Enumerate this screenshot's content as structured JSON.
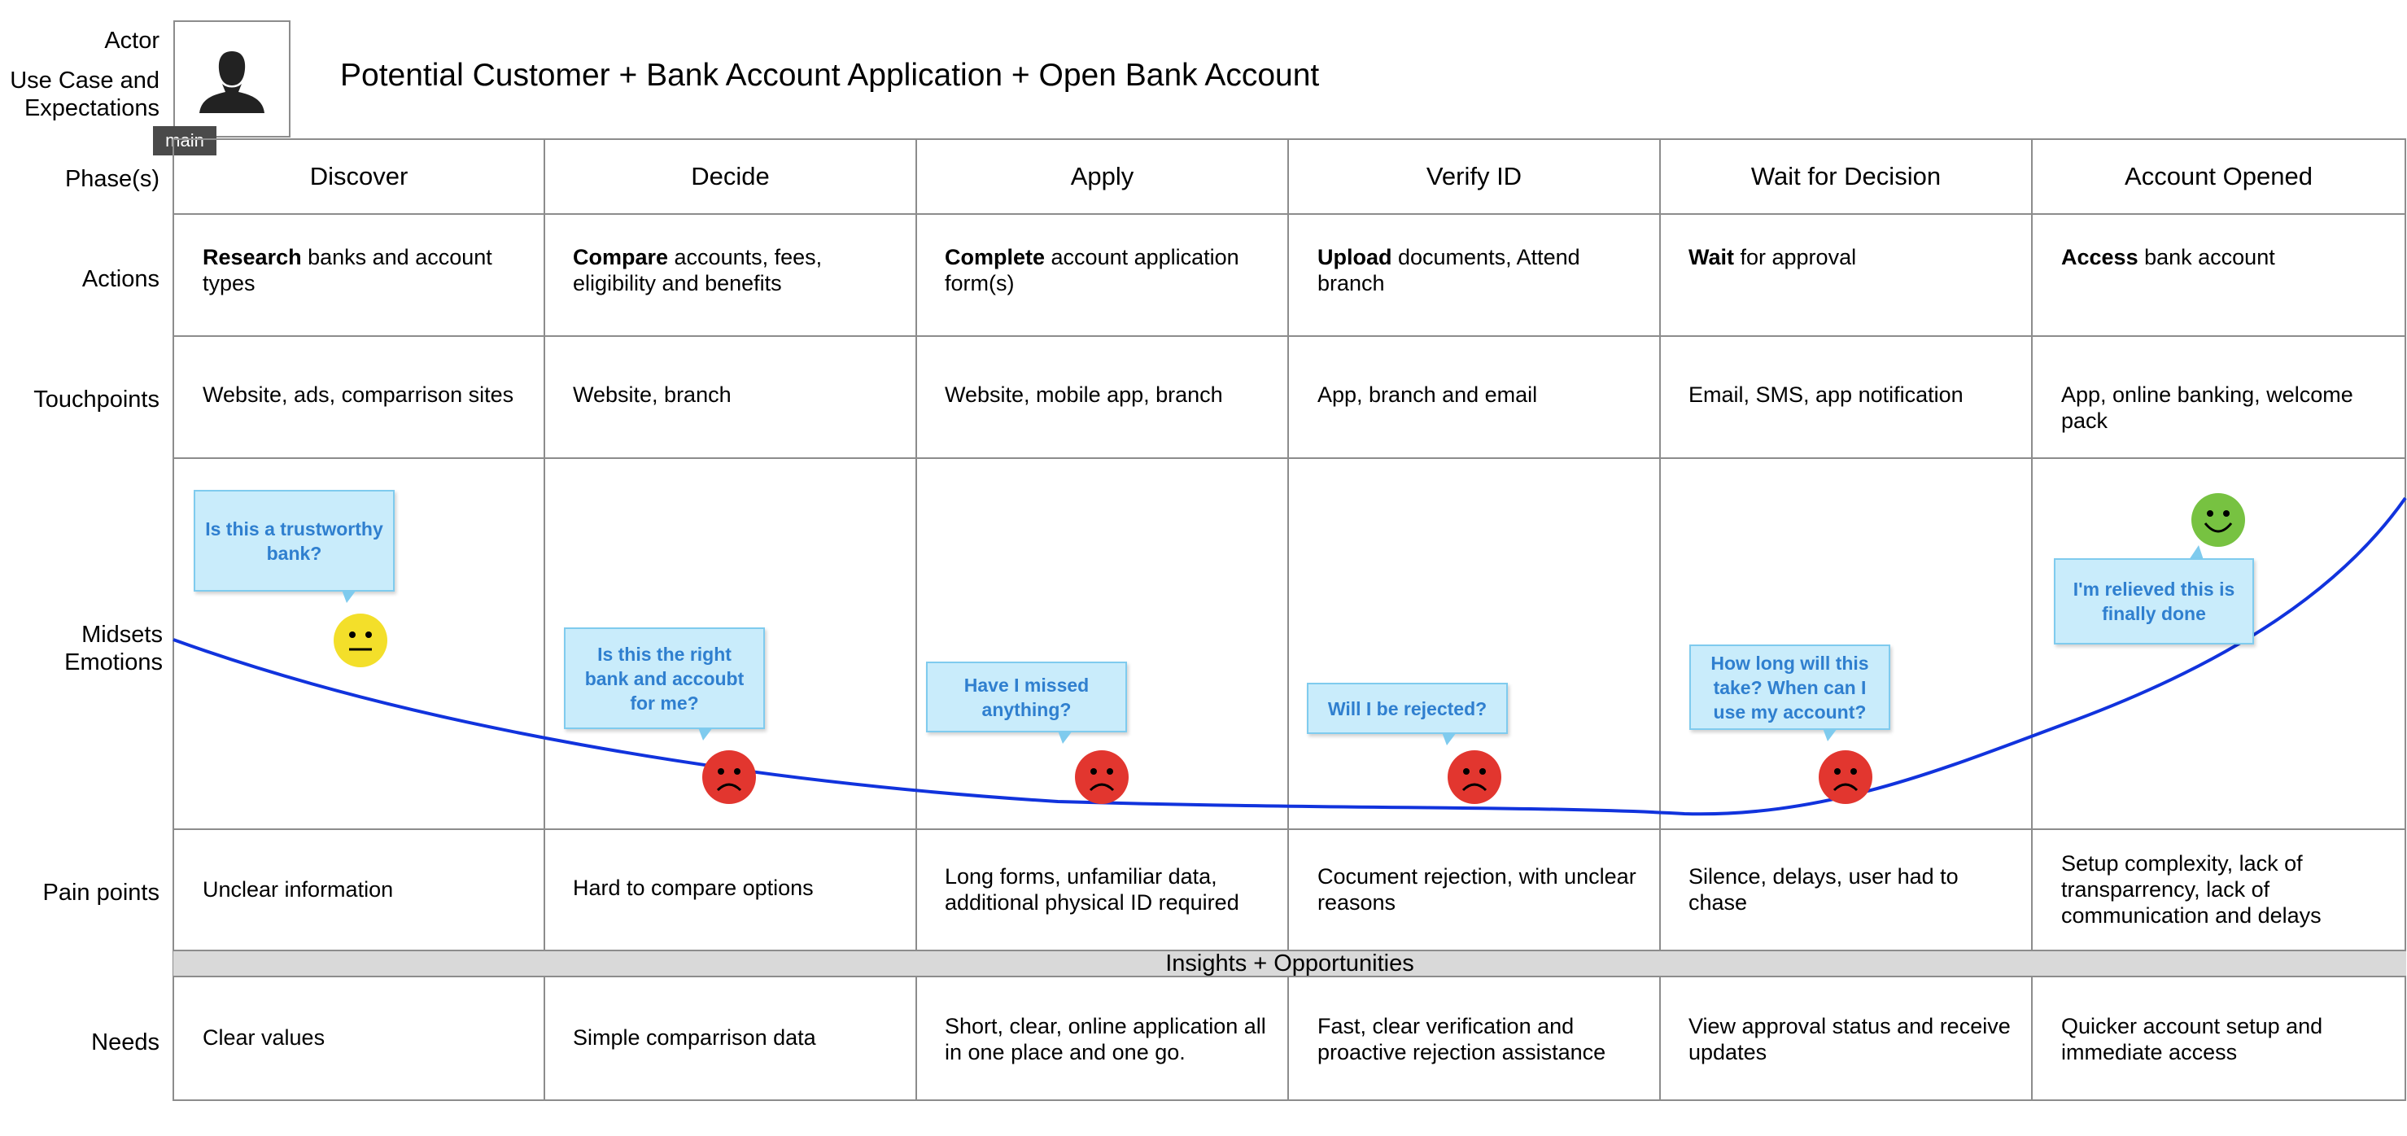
{
  "labels": {
    "actor": "Actor",
    "use_case": "Use Case and Expectations",
    "phases": "Phase(s)",
    "actions": "Actions",
    "touchpoints": "Touchpoints",
    "mindsets": "Midsets Emotions",
    "pain_points": "Pain points",
    "needs": "Needs"
  },
  "title": "Potential Customer + Bank Account Application + Open Bank Account",
  "tag": "main",
  "insights_banner": "Insights + Opportunities",
  "phases": [
    {
      "name": "Discover",
      "action_verb": "Research",
      "action_text": " banks and account types",
      "touchpoints": "Website, ads, comparrison sites",
      "thought": "Is this a trustworthy bank?",
      "emotion": "neutral",
      "pain": "Unclear information",
      "need": "Clear values"
    },
    {
      "name": "Decide",
      "action_verb": "Compare",
      "action_text": " accounts, fees, eligibility and benefits",
      "touchpoints": "Website, branch",
      "thought": "Is this the right bank and accoubt for me?",
      "emotion": "sad",
      "pain": "Hard to compare options",
      "need": "Simple comparrison data"
    },
    {
      "name": "Apply",
      "action_verb": "Complete",
      "action_text": " account application form(s)",
      "touchpoints": "Website, mobile app, branch",
      "thought": "Have I missed anything?",
      "emotion": "sad",
      "pain": "Long forms, unfamiliar data, additional physical ID required",
      "need": "Short, clear, online application all in one place and one go."
    },
    {
      "name": "Verify ID",
      "action_verb": "Upload",
      "action_text": " documents, Attend branch",
      "touchpoints": "App, branch and email",
      "thought": "Will I be rejected?",
      "emotion": "sad",
      "pain": "Cocument rejection, with unclear reasons",
      "need": "Fast, clear verification and proactive rejection assistance"
    },
    {
      "name": "Wait for Decision",
      "action_verb": "Wait",
      "action_text": " for approval",
      "touchpoints": "Email, SMS, app notification",
      "thought": "How long will this take? When can I use my account?",
      "emotion": "sad",
      "pain": "Silence, delays, user had to chase",
      "need": "View approval status and receive updates"
    },
    {
      "name": "Account Opened",
      "action_verb": "Access",
      "action_text": " bank account",
      "touchpoints": "App, online banking, welcome pack",
      "thought": "I'm relieved this is finally done",
      "emotion": "happy",
      "pain": "Setup complexity, lack of transparrency, lack of communication and delays",
      "need": "Quicker account setup and immediate access"
    }
  ],
  "colors": {
    "grid": "#8c8c8c",
    "curve": "#1133dd",
    "bubble_fill": "#c9ecfb",
    "bubble_border": "#7fcbee",
    "bubble_text": "#2f7fcf",
    "face_neutral": "#f3df2a",
    "face_sad": "#e2362f",
    "face_happy": "#77c241",
    "banner": "#d9d9d9"
  }
}
